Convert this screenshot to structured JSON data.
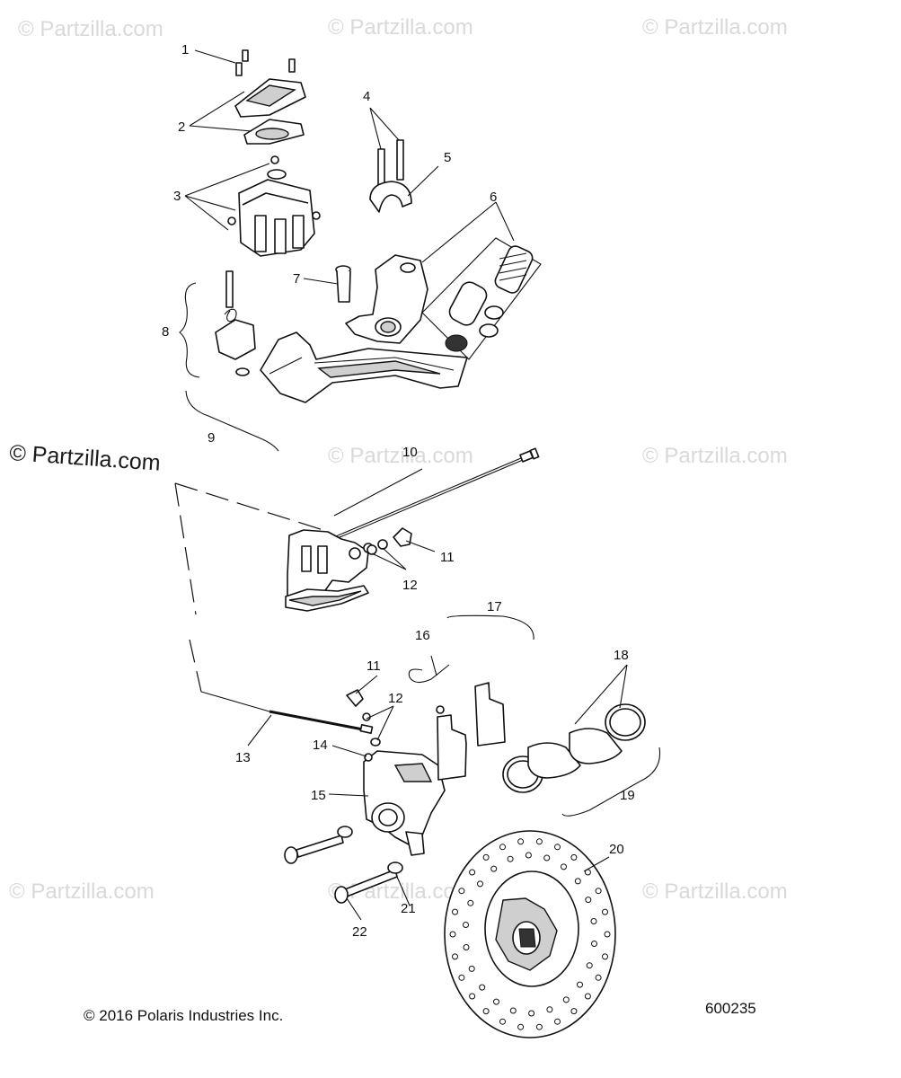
{
  "watermarks": {
    "main": "© Partzilla.com",
    "faint": "© Partzilla.com"
  },
  "footer": {
    "copyright": "© 2016 Polaris Industries Inc.",
    "diagram_id": "600235"
  },
  "callouts": [
    "1",
    "2",
    "3",
    "4",
    "5",
    "6",
    "7",
    "8",
    "9",
    "10",
    "11",
    "12",
    "13",
    "14",
    "15",
    "16",
    "17",
    "18",
    "19",
    "20",
    "11",
    "12",
    "21",
    "22"
  ]
}
